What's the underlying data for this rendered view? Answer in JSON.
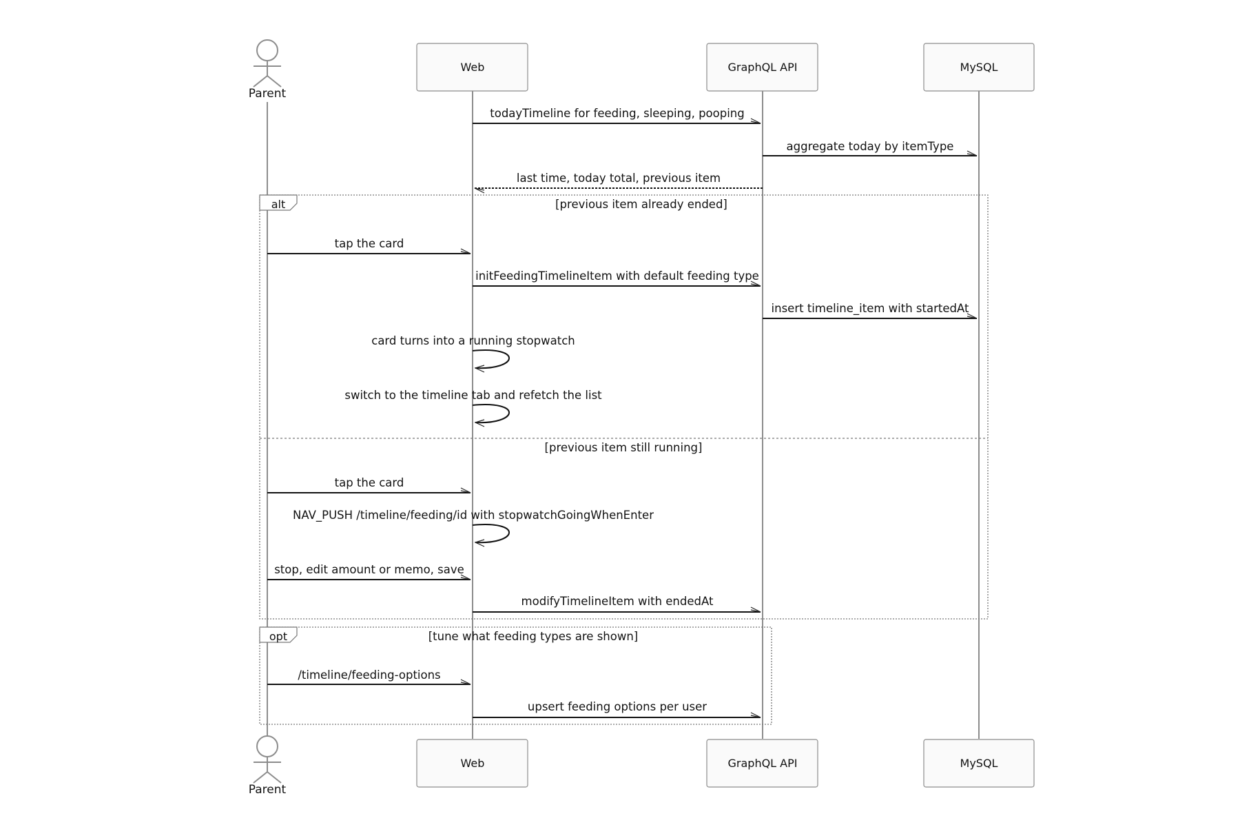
{
  "participants": [
    {
      "id": "parent",
      "label": "Parent",
      "kind": "actor"
    },
    {
      "id": "web",
      "label": "Web",
      "kind": "box"
    },
    {
      "id": "api",
      "label": "GraphQL API",
      "kind": "box"
    },
    {
      "id": "db",
      "label": "MySQL",
      "kind": "box"
    }
  ],
  "messages": [
    {
      "from": "web",
      "to": "api",
      "label": "todayTimeline for feeding, sleeping, pooping",
      "style": "solid"
    },
    {
      "from": "api",
      "to": "db",
      "label": "aggregate today by itemType",
      "style": "solid"
    },
    {
      "from": "api",
      "to": "web",
      "label": "last time, today total, previous item",
      "style": "dashed"
    },
    {
      "from": "parent",
      "to": "web",
      "label": "tap the card",
      "style": "solid"
    },
    {
      "from": "web",
      "to": "api",
      "label": "initFeedingTimelineItem with default feeding type",
      "style": "solid"
    },
    {
      "from": "api",
      "to": "db",
      "label": "insert timeline_item with startedAt",
      "style": "solid"
    },
    {
      "from": "web",
      "to": "web",
      "label": "card turns into a running stopwatch",
      "style": "self"
    },
    {
      "from": "web",
      "to": "web",
      "label": "switch to the timeline tab and refetch the list",
      "style": "self"
    },
    {
      "from": "parent",
      "to": "web",
      "label": "tap the card",
      "style": "solid"
    },
    {
      "from": "web",
      "to": "web",
      "label": "NAV_PUSH /timeline/feeding/id with stopwatchGoingWhenEnter",
      "style": "self"
    },
    {
      "from": "parent",
      "to": "web",
      "label": "stop, edit amount or memo, save",
      "style": "solid"
    },
    {
      "from": "web",
      "to": "api",
      "label": "modifyTimelineItem with endedAt",
      "style": "solid"
    },
    {
      "from": "parent",
      "to": "web",
      "label": "/timeline/feeding-options",
      "style": "solid"
    },
    {
      "from": "web",
      "to": "api",
      "label": "upsert feeding options per user",
      "style": "solid"
    }
  ],
  "fragments": [
    {
      "kind": "alt",
      "guards": [
        "[previous item already ended]",
        "[previous item still running]"
      ]
    },
    {
      "kind": "opt",
      "guards": [
        "[tune what feeding types are shown]"
      ]
    }
  ]
}
